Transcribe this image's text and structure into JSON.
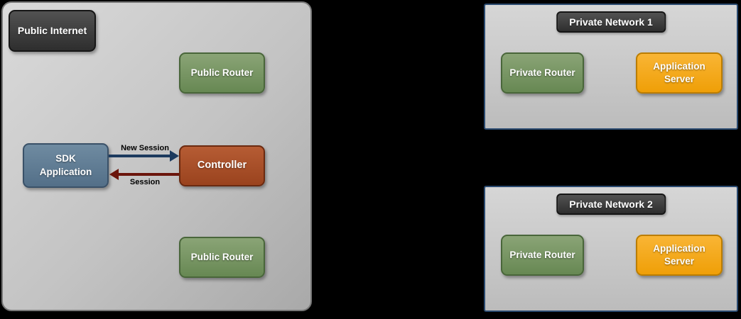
{
  "diagram": {
    "public_internet": {
      "label": "Public Internet",
      "router_top": "Public Router",
      "sdk_application": "SDK Application",
      "controller": "Controller",
      "router_bottom": "Public Router",
      "arrow_new_session": "New Session",
      "arrow_session": "Session"
    },
    "private_network_1": {
      "title": "Private Network 1",
      "router": "Private Router",
      "app_server": "Application Server"
    },
    "private_network_2": {
      "title": "Private Network 2",
      "router": "Private Router",
      "app_server": "Application Server"
    },
    "colors": {
      "canvas_background": "#000000",
      "panel_fill": "#c6c6c6",
      "private_panel_border": "#2a4a70",
      "dark_label_fill": "#3b3b3b",
      "green_node_fill": "#789662",
      "blue_node_fill": "#607d95",
      "red_node_fill": "#a84f28",
      "orange_node_fill": "#f2a81c",
      "new_session_arrow": "#1c3a5e",
      "session_arrow": "#6b150c"
    }
  }
}
